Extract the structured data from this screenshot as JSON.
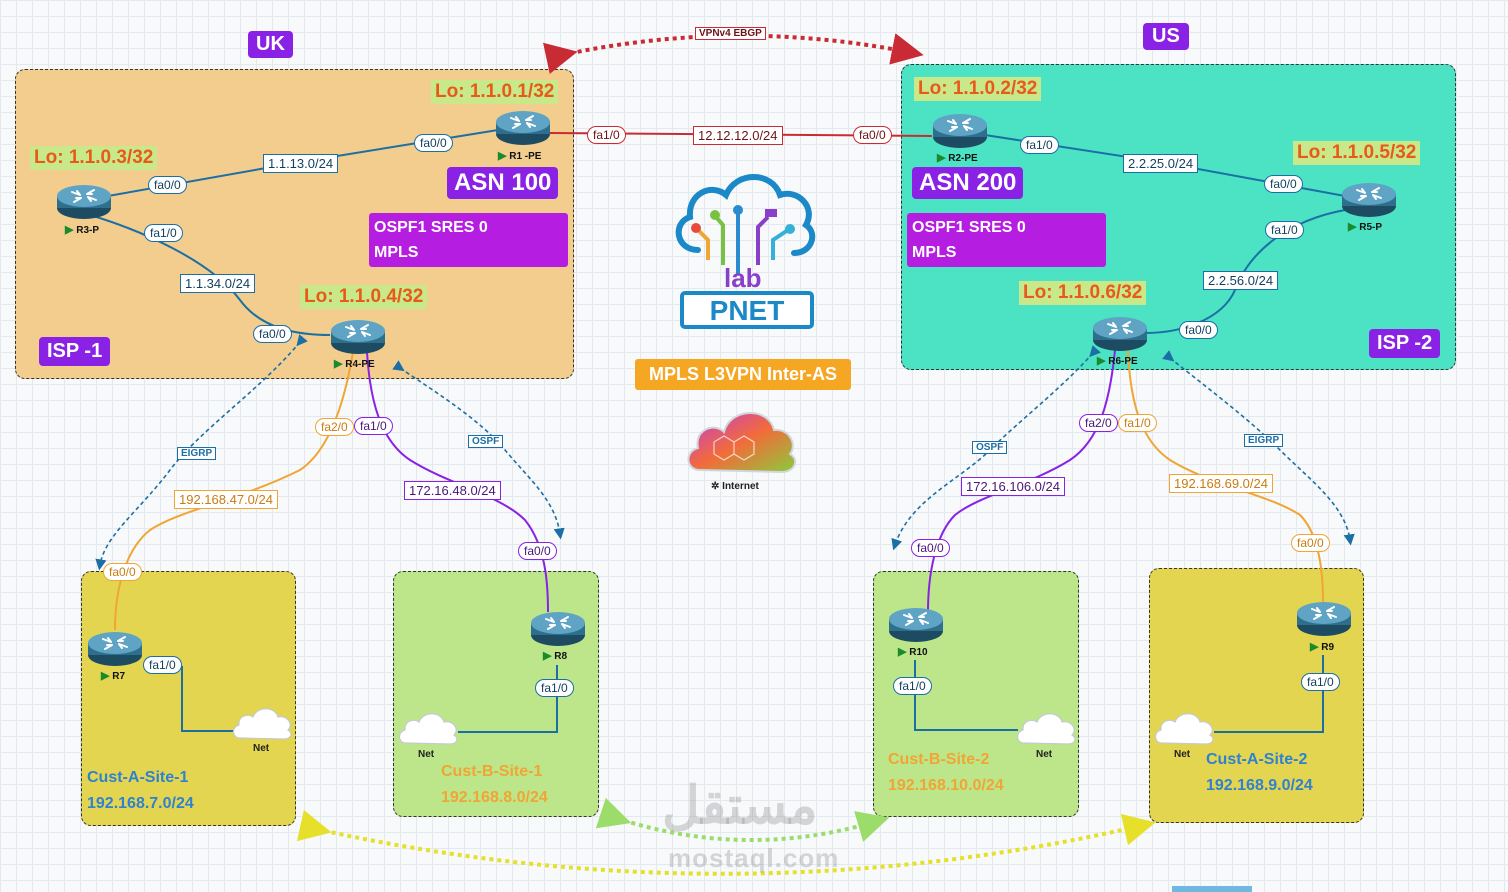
{
  "regions": {
    "uk": "UK",
    "us": "US"
  },
  "ebgp_label": "VPNv4 EBGP",
  "isp1": {
    "name": "ISP -1",
    "asn": "ASN 100",
    "notes": [
      "OSPF1 SRES 0",
      "MPLS"
    ]
  },
  "isp2": {
    "name": "ISP -2",
    "asn": "ASN 200",
    "notes": [
      "OSPF1 SRES 0",
      "MPLS"
    ]
  },
  "loopbacks": {
    "r1": "Lo: 1.1.0.1/32",
    "r2": "Lo: 1.1.0.2/32",
    "r3": "Lo: 1.1.0.3/32",
    "r4": "Lo: 1.1.0.4/32",
    "r5": "Lo: 1.1.0.5/32",
    "r6": "Lo: 1.1.0.6/32"
  },
  "routers": {
    "r1": "R1 -PE",
    "r2": "R2-PE",
    "r3": "R3-P",
    "r4": "R4-PE",
    "r5": "R5-P",
    "r6": "R6-PE",
    "r7": "R7",
    "r8": "R8",
    "r9": "R9",
    "r10": "R10"
  },
  "networks": {
    "r1_r2": "12.12.12.0/24",
    "r1_r3": "1.1.13.0/24",
    "r3_r4": "1.1.34.0/24",
    "r2_r5": "2.2.25.0/24",
    "r5_r6": "2.2.56.0/24",
    "r4_r7": "192.168.47.0/24",
    "r4_r8": "172.16.48.0/24",
    "r6_r10": "172.16.106.0/24",
    "r6_r9": "192.168.69.0/24"
  },
  "interfaces": {
    "r1_to_r2": "fa1/0",
    "r2_to_r1": "fa0/0",
    "r1_to_r3": "fa0/0",
    "r3_to_r1": "fa0/0",
    "r3_to_r4": "fa1/0",
    "r4_to_r3": "fa0/0",
    "r2_to_r5": "fa1/0",
    "r5_to_r2": "fa0/0",
    "r5_to_r6": "fa1/0",
    "r6_to_r5": "fa0/0",
    "r4_to_r7": "fa2/0",
    "r4_to_r8": "fa1/0",
    "r7_to_r4": "fa0/0",
    "r7_to_net": "fa1/0",
    "r8_to_r4": "fa0/0",
    "r8_to_net": "fa1/0",
    "r6_to_r10": "fa2/0",
    "r6_to_r9": "fa1/0",
    "r10_to_r6": "fa0/0",
    "r10_to_net": "fa1/0",
    "r9_to_r6": "fa0/0",
    "r9_to_net": "fa1/0"
  },
  "protocols": {
    "r4_r7": "EIGRP",
    "r4_r8": "OSPF",
    "r6_r10": "OSPF",
    "r6_r9": "EIGRP"
  },
  "clouds": {
    "net": "Net",
    "internet": "Internet"
  },
  "center": {
    "logo_text": "PNET",
    "logo_lab": "lab",
    "title": "MPLS L3VPN Inter-AS"
  },
  "sites": {
    "cust_a_1": {
      "name": "Cust-A-Site-1",
      "subnet": "192.168.7.0/24"
    },
    "cust_b_1": {
      "name": "Cust-B-Site-1",
      "subnet": "192.168.8.0/24"
    },
    "cust_b_2": {
      "name": "Cust-B-Site-2",
      "subnet": "192.168.10.0/24"
    },
    "cust_a_2": {
      "name": "Cust-A-Site-2",
      "subnet": "192.168.9.0/24"
    }
  },
  "watermark": {
    "arabic": "مستقل",
    "latin": "mostaql.com"
  },
  "colors": {
    "isp1_bg": "#f2cd8e",
    "isp2_bg": "#4be3c4",
    "badge": "#8a22e6",
    "note": "#b51ee0",
    "cust_a_bg": "#e3d550",
    "cust_b_bg": "#bde68a",
    "link_blue": "#1c6fa5",
    "link_red": "#c92b34",
    "link_orange": "#f0a534",
    "link_purple": "#8a22e6",
    "loopback_text": "#e8591a"
  }
}
